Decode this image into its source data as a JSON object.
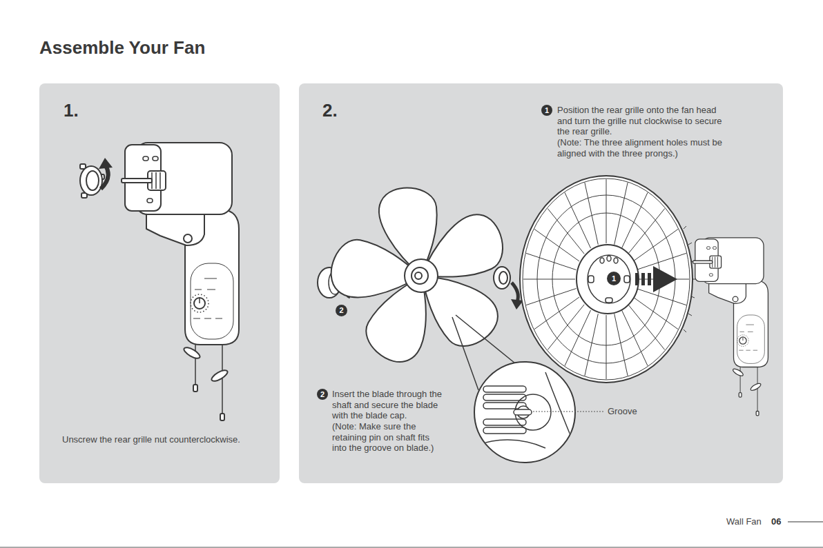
{
  "diagram": {
    "title": "Assemble Your Fan",
    "nodes": [
      {
        "text": [
          "1.",
          "Unscrew the rear grille nut counterclockwise."
        ]
      },
      {
        "text": [
          "2."
        ]
      },
      {
        "text": [
          "1"
        ],
        "in": 1
      },
      {
        "text": [
          "1"
        ],
        "in": 1
      },
      {
        "text": [
          "2"
        ],
        "in": 1
      },
      {
        "text": [
          "2"
        ],
        "in": 1
      }
    ],
    "labels": [
      "Position the rear grille onto the fan head and turn the grille nut clockwise to secure the rear grille.",
      "(Note: The three alignment holes must be aligned with the three prongs.)",
      "Insert the blade through the shaft and secure the blade with the blade cap.",
      "(Note: Make sure the retaining pin on shaft fits into the groove on blade.)",
      "Groove",
      "Wall Fan",
      "06"
    ]
  }
}
